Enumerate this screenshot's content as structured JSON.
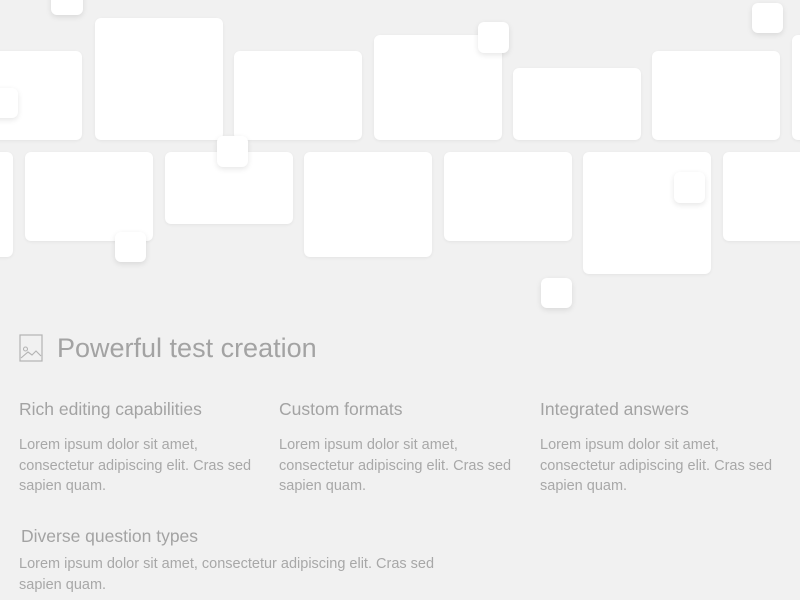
{
  "header": {
    "title": "Powerful test creation",
    "icon": "image-icon"
  },
  "features": [
    {
      "title": "Rich editing capabilities",
      "body": "Lorem ipsum dolor sit amet, consectetur adipiscing elit. Cras sed sapien quam."
    },
    {
      "title": "Custom formats",
      "body": "Lorem ipsum dolor sit amet, consectetur adipiscing elit. Cras sed sapien quam."
    },
    {
      "title": "Integrated answers",
      "body": "Lorem ipsum dolor sit amet, consectetur adipiscing elit. Cras sed sapien quam."
    },
    {
      "title": "Diverse question types",
      "body": "Lorem ipsum dolor sit amet, consectetur adipiscing elit. Cras sed sapien quam."
    }
  ],
  "colors": {
    "background": "#f1f1f1",
    "card": "#ffffff",
    "heading": "#a3a3a3",
    "body_text": "#a8a8a8"
  }
}
